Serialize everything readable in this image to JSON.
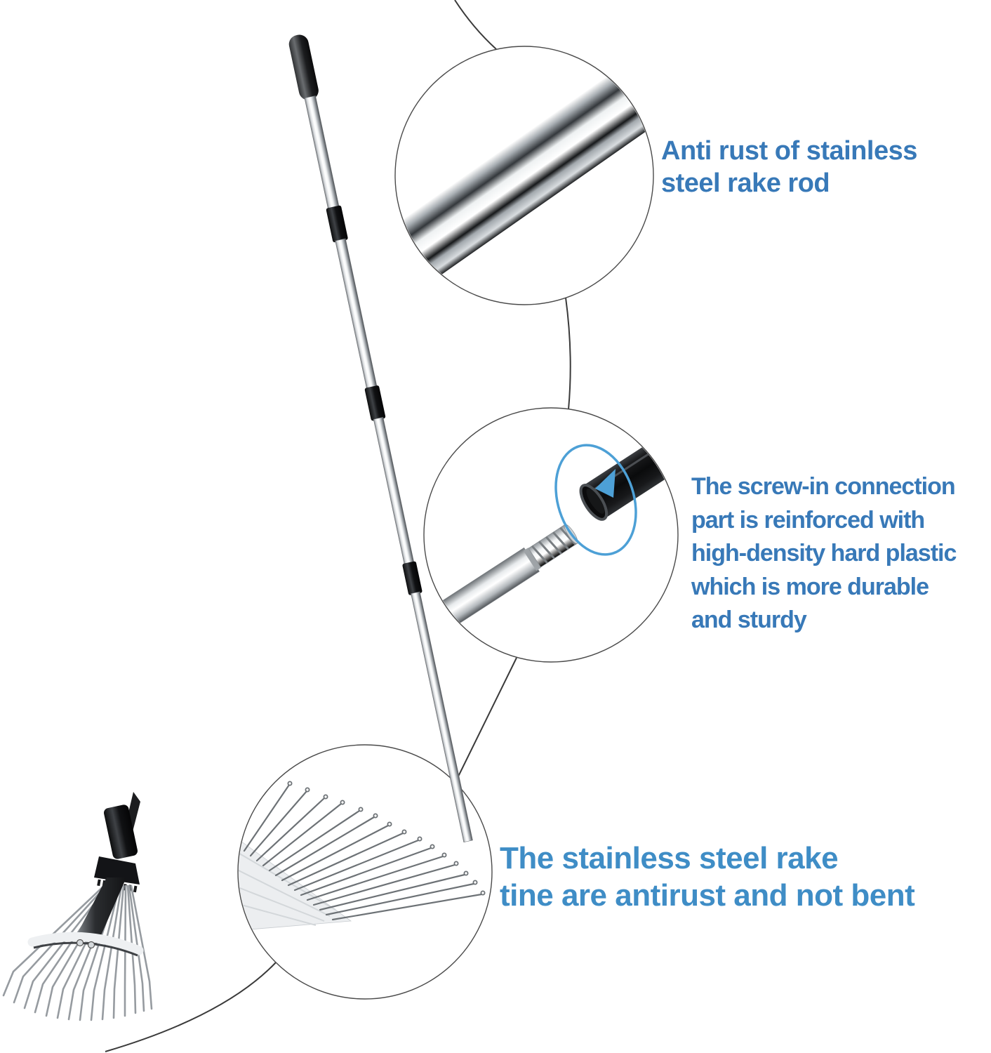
{
  "annotations": {
    "rod": {
      "line1": "Anti rust of stainless",
      "line2": "steel rake rod"
    },
    "connection": {
      "line1": "The screw-in connection",
      "line2": "part is reinforced with",
      "line3": "high-density hard plastic",
      "line4": "which is more durable",
      "line5": "and sturdy"
    },
    "tines": {
      "line1": "The stainless steel rake",
      "line2": "tine are antirust and not bent"
    }
  },
  "colors": {
    "accent_text_blue": "#3879b8",
    "accent_text_blue_light": "#3f8dc6",
    "rotation_ring_blue": "#4da0d6",
    "line_dark": "#3a3a3a"
  }
}
